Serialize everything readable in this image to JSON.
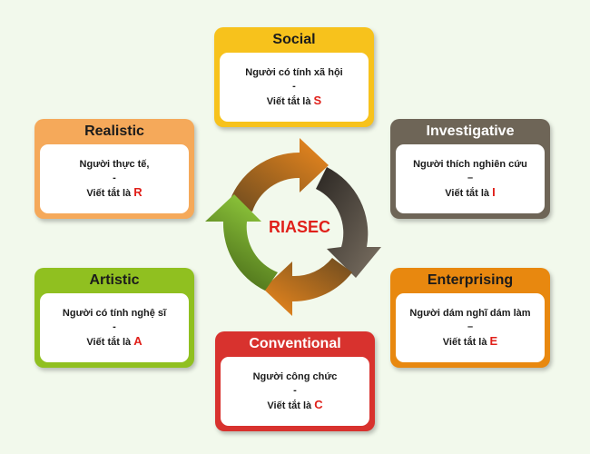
{
  "center": {
    "label": "RIASEC"
  },
  "cards": {
    "social": {
      "title": "Social",
      "line1": "Người có tính xã hội",
      "sep": "-",
      "abbr_prefix": "Viết tắt là",
      "abbr": "S"
    },
    "investigative": {
      "title": "Investigative",
      "line1": "Người thích nghiên cứu",
      "sep": "–",
      "abbr_prefix": "Viết tắt là",
      "abbr": "I"
    },
    "realistic": {
      "title": "Realistic",
      "line1": "Người thực tế,",
      "sep": "-",
      "abbr_prefix": "Viết tắt là",
      "abbr": "R"
    },
    "artistic": {
      "title": "Artistic",
      "line1": "Người có tính nghệ sĩ",
      "sep": "-",
      "abbr_prefix": "Viết tắt là",
      "abbr": "A"
    },
    "enterprising": {
      "title": "Enterprising",
      "line1": "Người dám nghĩ dám làm",
      "sep": "–",
      "abbr_prefix": "Viết tắt là",
      "abbr": "E"
    },
    "conventional": {
      "title": "Conventional",
      "line1": "Người công chức",
      "sep": "-",
      "abbr_prefix": "Viết tắt là",
      "abbr": "C"
    }
  },
  "colors": {
    "social": "#f7c21c",
    "investigative": "#6e6557",
    "realistic": "#f5a95a",
    "artistic": "#90c020",
    "enterprising": "#e8880f",
    "conventional": "#d8322e",
    "accent_red": "#e0201a"
  }
}
